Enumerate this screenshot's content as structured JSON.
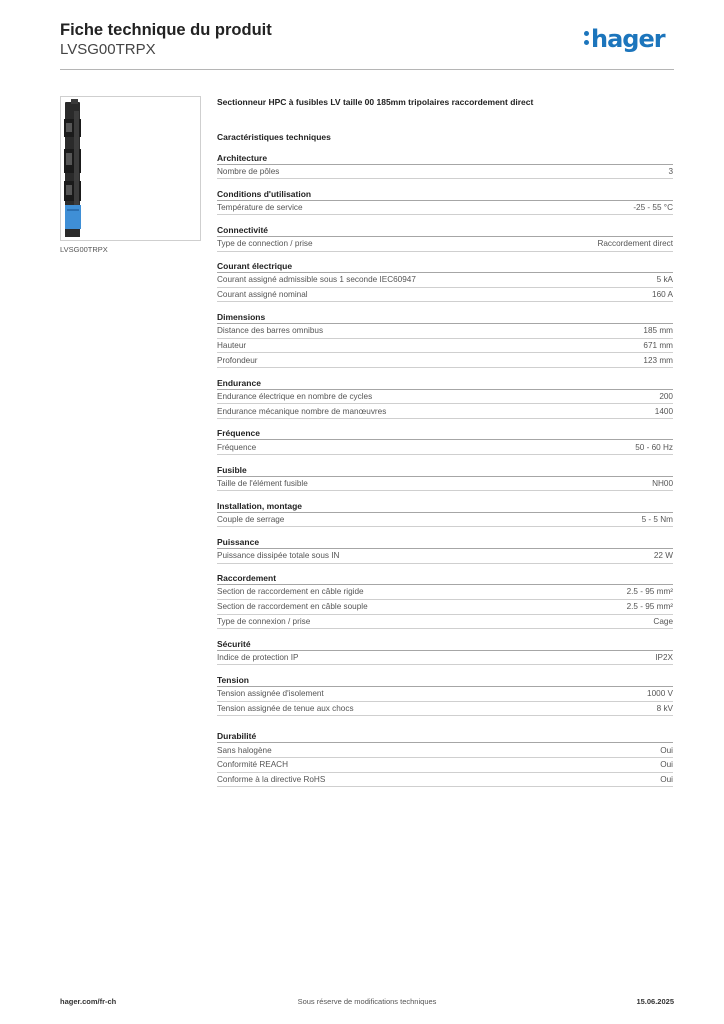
{
  "header": {
    "title": "Fiche technique du produit",
    "reference": "LVSG00TRPX",
    "logo_text": "hager"
  },
  "product": {
    "image_caption": "LVSG00TRPX",
    "description": "Sectionneur HPC à fusibles LV taille 00 185mm tripolaires raccordement direct"
  },
  "specs_title": "Caractéristiques techniques",
  "sections": [
    {
      "title": "Architecture",
      "rows": [
        {
          "label": "Nombre de pôles",
          "value": "3"
        }
      ]
    },
    {
      "title": "Conditions d'utilisation",
      "rows": [
        {
          "label": "Température de service",
          "value": "-25 - 55 °C"
        }
      ]
    },
    {
      "title": "Connectivité",
      "rows": [
        {
          "label": "Type de connection / prise",
          "value": "Raccordement direct"
        }
      ]
    },
    {
      "title": "Courant électrique",
      "rows": [
        {
          "label": "Courant assigné admissible sous 1 seconde IEC60947",
          "value": "5 kA"
        },
        {
          "label": "Courant assigné nominal",
          "value": "160 A"
        }
      ]
    },
    {
      "title": "Dimensions",
      "rows": [
        {
          "label": "Distance des barres omnibus",
          "value": "185 mm"
        },
        {
          "label": "Hauteur",
          "value": "671 mm"
        },
        {
          "label": "Profondeur",
          "value": "123 mm"
        }
      ]
    },
    {
      "title": "Endurance",
      "rows": [
        {
          "label": "Endurance électrique en nombre de cycles",
          "value": "200"
        },
        {
          "label": "Endurance mécanique nombre de manœuvres",
          "value": "1400"
        }
      ]
    },
    {
      "title": "Fréquence",
      "rows": [
        {
          "label": "Fréquence",
          "value": "50 - 60 Hz"
        }
      ]
    },
    {
      "title": "Fusible",
      "rows": [
        {
          "label": "Taille de l'élément fusible",
          "value": "NH00"
        }
      ]
    },
    {
      "title": "Installation, montage",
      "rows": [
        {
          "label": "Couple de serrage",
          "value": "5 - 5 Nm"
        }
      ]
    },
    {
      "title": "Puissance",
      "rows": [
        {
          "label": "Puissance dissipée totale sous IN",
          "value": "22 W"
        }
      ]
    },
    {
      "title": "Raccordement",
      "rows": [
        {
          "label": "Section de raccordement en câble rigide",
          "value": "2.5 - 95 mm²"
        },
        {
          "label": "Section de raccordement en câble souple",
          "value": "2.5 - 95 mm²"
        },
        {
          "label": "Type de connexion / prise",
          "value": "Cage"
        }
      ]
    },
    {
      "title": "Sécurité",
      "rows": [
        {
          "label": "Indice de protection IP",
          "value": "IP2X"
        }
      ]
    },
    {
      "title": "Tension",
      "rows": [
        {
          "label": "Tension assignée d'isolement",
          "value": "1000 V"
        },
        {
          "label": "Tension assignée de tenue aux chocs",
          "value": "8 kV"
        }
      ]
    }
  ],
  "durability": {
    "title": "Durabilité",
    "rows": [
      {
        "label": "Sans halogène",
        "value": "Oui"
      },
      {
        "label": "Conformité REACH",
        "value": "Oui"
      },
      {
        "label": "Conforme à la directive RoHS",
        "value": "Oui"
      }
    ]
  },
  "footer": {
    "website": "hager.com/fr-ch",
    "notice": "Sous réserve de modifications techniques",
    "date": "15.06.2025"
  },
  "colors": {
    "brand": "#1c75bc",
    "rule": "#b5b5b5"
  }
}
